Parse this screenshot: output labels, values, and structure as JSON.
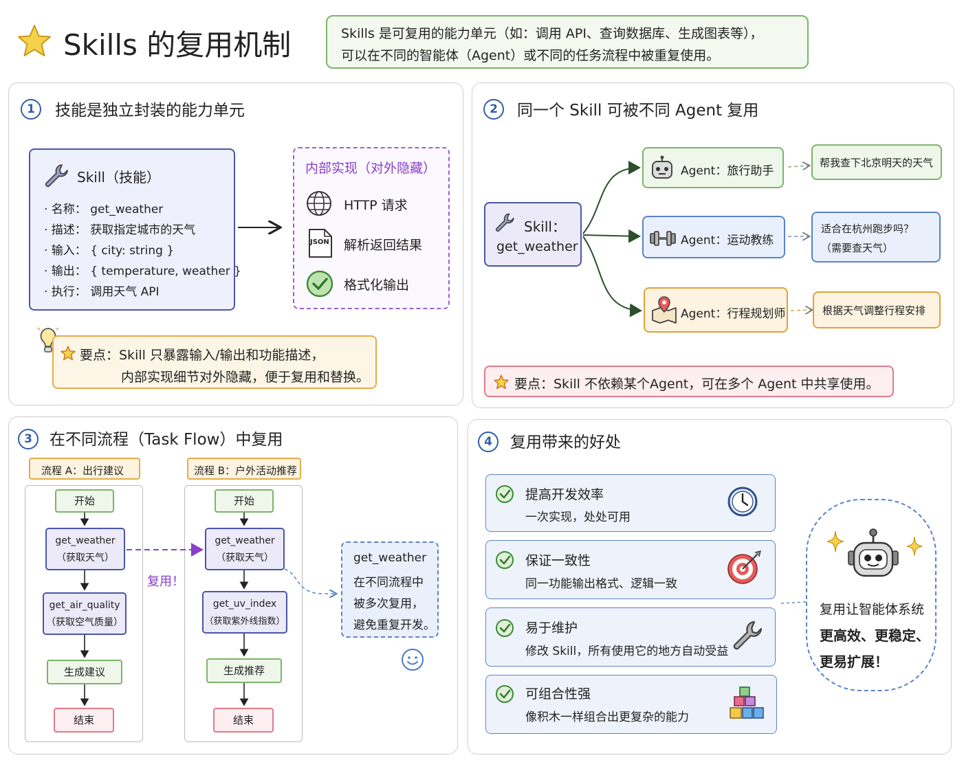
{
  "header": {
    "title": "Skills 的复用机制",
    "intro_line1": "Skills 是可复用的能力单元（如：调用 API、查询数据库、生成图表等），",
    "intro_line2": "可以在不同的智能体（Agent）或不同的任务流程中被重复使用。"
  },
  "panel1": {
    "number": "1",
    "title": "技能是独立封装的能力单元",
    "skill_card": {
      "heading": "Skill（技能）",
      "lines": [
        "· 名称： get_weather",
        "· 描述： 获取指定城市的天气",
        "· 输入： { city: string }",
        "· 输出： { temperature, weather }",
        "· 执行： 调用天气 API"
      ]
    },
    "internal": {
      "heading": "内部实现（对外隐藏）",
      "items": [
        "HTTP 请求",
        "解析返回结果",
        "格式化输出"
      ],
      "json_badge": "JSON"
    },
    "tip_line1": "要点：Skill 只暴露输入/输出和功能描述，",
    "tip_line2": "内部实现细节对外隐藏，便于复用和替换。"
  },
  "panel2": {
    "number": "2",
    "title": "同一个 Skill 可被不同 Agent 复用",
    "skill_line1": "Skill：",
    "skill_line2": "get_weather",
    "agents": [
      {
        "label": "Agent：旅行助手",
        "request": "帮我查下北京明天的天气"
      },
      {
        "label": "Agent：运动教练",
        "request_line1": "适合在杭州跑步吗？",
        "request_line2": "（需要查天气）"
      },
      {
        "label": "Agent：行程规划师",
        "request": "根据天气调整行程安排"
      }
    ],
    "tip": "要点：Skill 不依赖某个Agent，可在多个 Agent 中共享使用。"
  },
  "panel3": {
    "number": "3",
    "title": "在不同流程（Task Flow）中复用",
    "flow_a": {
      "label": "流程 A：出行建议",
      "start": "开始",
      "step1_line1": "get_weather",
      "step1_line2": "（获取天气）",
      "step2_line1": "get_air_quality",
      "step2_line2": "（获取空气质量）",
      "step3": "生成建议",
      "end": "结束"
    },
    "flow_b": {
      "label": "流程 B：户外活动推荐",
      "start": "开始",
      "step1_line1": "get_weather",
      "step1_line2": "（获取天气）",
      "step2_line1": "get_uv_index",
      "step2_line2": "（获取紫外线指数）",
      "step3": "生成推荐",
      "end": "结束"
    },
    "reuse_label": "复用！",
    "note_lines": [
      "get_weather",
      "在不同流程中",
      "被多次复用，",
      "避免重复开发。"
    ]
  },
  "panel4": {
    "number": "4",
    "title": "复用带来的好处",
    "benefits": [
      {
        "title": "提高开发效率",
        "desc": "一次实现，处处可用",
        "icon": "clock-icon"
      },
      {
        "title": "保证一致性",
        "desc": "同一功能输出格式、逻辑一致",
        "icon": "target-icon"
      },
      {
        "title": "易于维护",
        "desc": "修改 Skill，所有使用它的地方自动受益",
        "icon": "wrench-icon"
      },
      {
        "title": "可组合性强",
        "desc": "像积木一样组合出更复杂的能力",
        "icon": "blocks-icon"
      }
    ],
    "summary_lines": [
      "复用让智能体系统",
      "更高效、更稳定、",
      "更易扩展！"
    ]
  },
  "colors": {
    "blue": "#2f5fa8",
    "purple": "#8a3fc9",
    "green": "#5a9e4b",
    "red": "#c0455a",
    "orange": "#e0a23a"
  }
}
